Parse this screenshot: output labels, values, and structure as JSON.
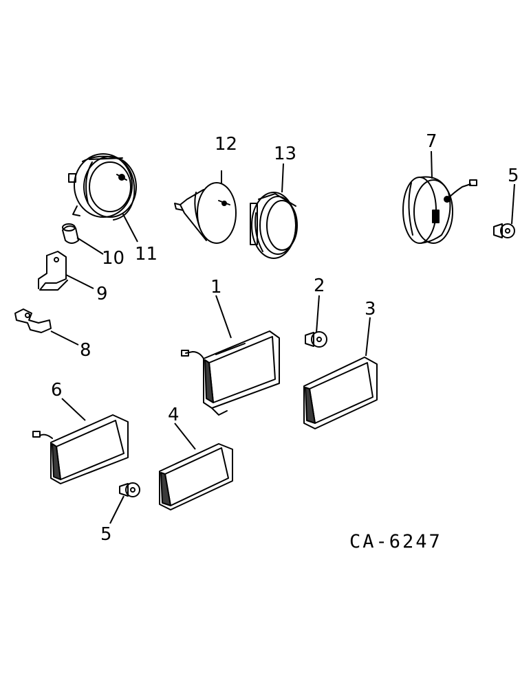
{
  "callouts": {
    "c1": "1",
    "c2": "2",
    "c3": "3",
    "c4": "4",
    "c5a": "5",
    "c5b": "5",
    "c6": "6",
    "c7": "7",
    "c8": "8",
    "c9": "9",
    "c10": "10",
    "c11": "11",
    "c12": "12",
    "c13": "13"
  },
  "drawing_code": "CA-6247"
}
